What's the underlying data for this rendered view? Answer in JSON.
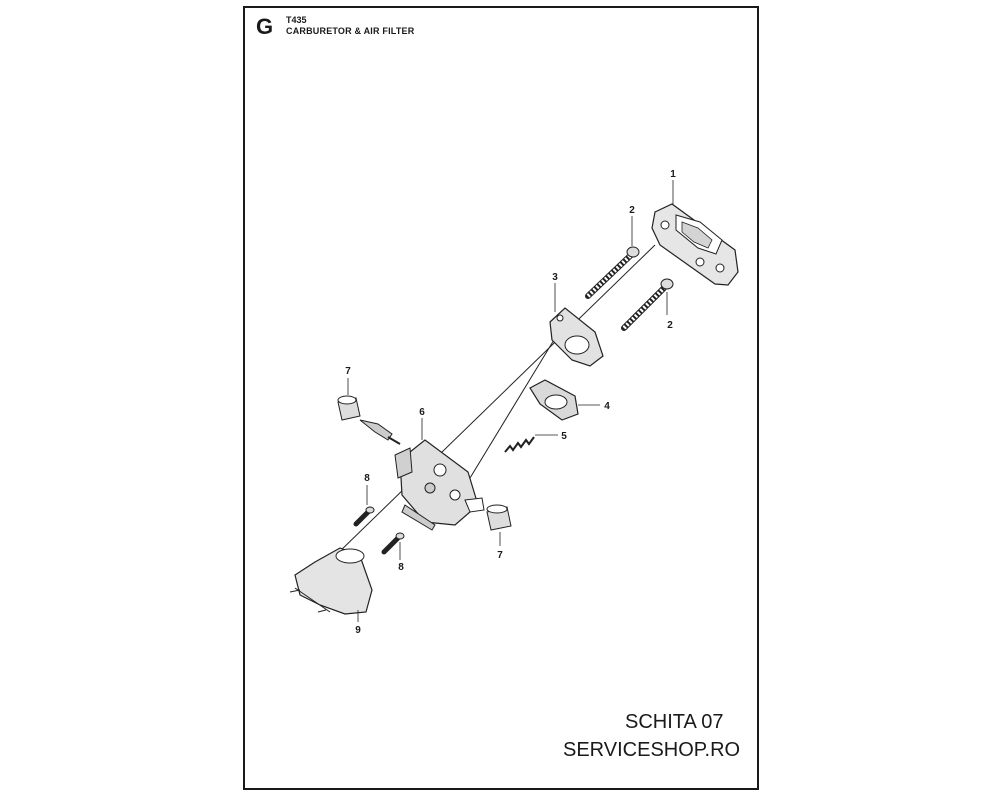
{
  "header": {
    "section_letter": "G",
    "model": "T435",
    "title": "CARBURETOR & AIR FILTER"
  },
  "callouts": {
    "c1": "1",
    "c2a": "2",
    "c2b": "2",
    "c3": "3",
    "c4": "4",
    "c5": "5",
    "c6": "6",
    "c7a": "7",
    "c7b": "7",
    "c8a": "8",
    "c8b": "8",
    "c9": "9"
  },
  "footer": {
    "sheet": "SCHITA 07",
    "site": "SERVICESHOP.RO"
  }
}
